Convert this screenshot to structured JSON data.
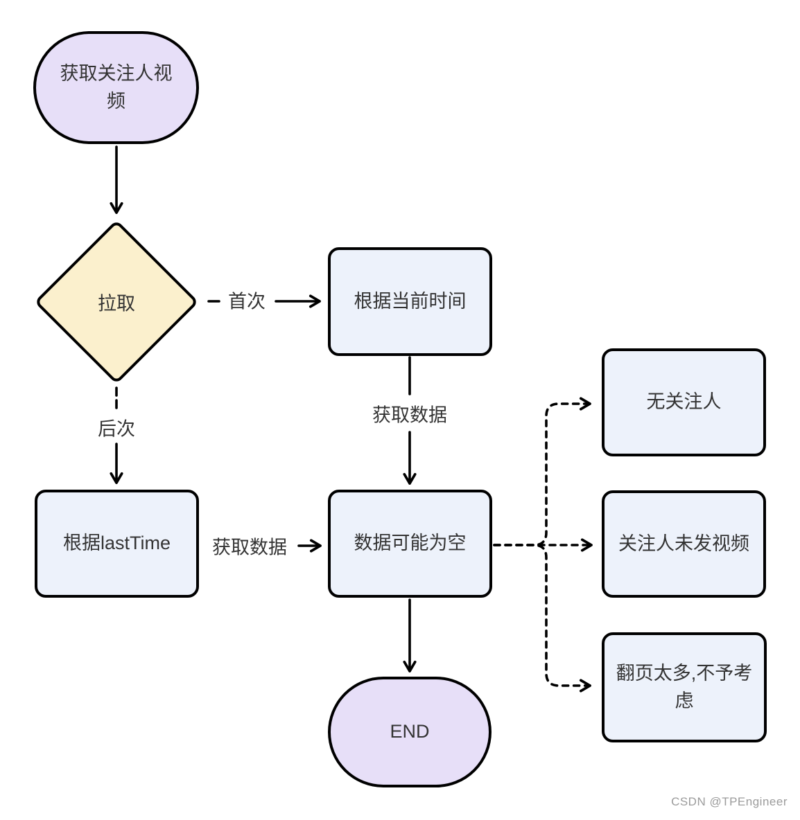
{
  "diagram": {
    "nodes": {
      "start": {
        "label": "获取关注人视频",
        "type": "terminal"
      },
      "decision": {
        "label": "拉取",
        "type": "decision"
      },
      "by_current_time": {
        "label": "根据当前时间",
        "type": "process"
      },
      "by_last_time": {
        "label": "根据lastTime",
        "type": "process"
      },
      "data_maybe_empty": {
        "label": "数据可能为空",
        "type": "process"
      },
      "no_followee": {
        "label": "无关注人",
        "type": "process"
      },
      "followee_no_video": {
        "label": "关注人未发视频",
        "type": "process"
      },
      "too_many_pages": {
        "label": "翻页太多,不予考虑",
        "type": "process"
      },
      "end": {
        "label": "END",
        "type": "terminal"
      }
    },
    "edge_labels": {
      "first_time": "首次",
      "later_time": "后次",
      "fetch_data_vertical": "获取数据",
      "fetch_data_horizontal": "获取数据"
    },
    "watermark": "CSDN @TPEngineer",
    "colors": {
      "node-stroke": "#000000",
      "line": "#000000",
      "text": "#333333",
      "terminal-fill": "#E7DFF8",
      "decision-fill": "#FBF0CD",
      "process-fill": "#EDF2FB",
      "watermark": "#9B9B9B",
      "background": "#FFFFFF"
    }
  }
}
